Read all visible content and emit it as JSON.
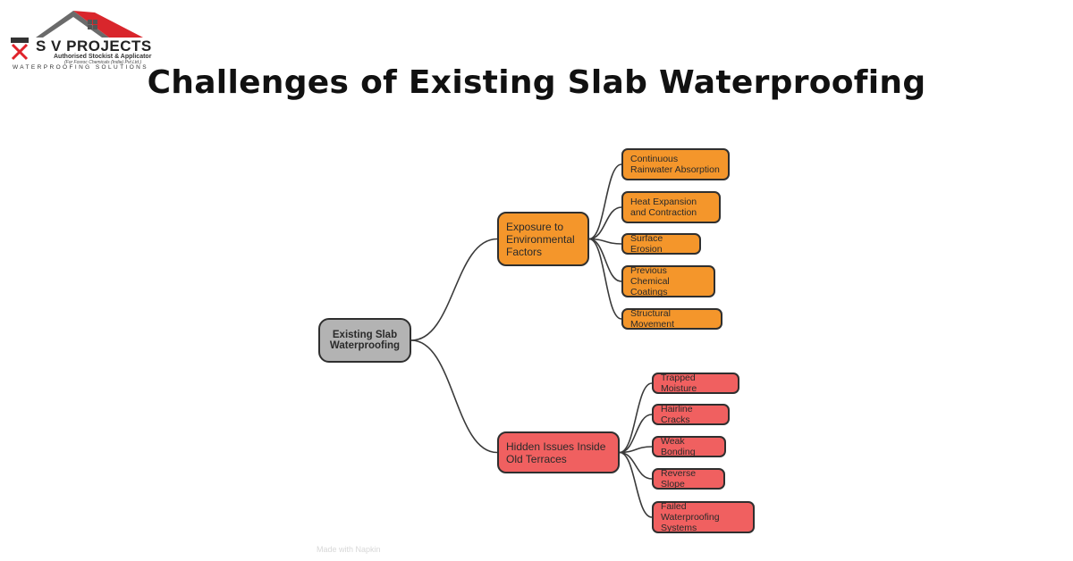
{
  "logo": {
    "name": "S V PROJECTS",
    "subtitle": "Authorised Stockist & Applicator",
    "subnote": "(For Fosroc Chemicals (India) Pvt.Ltd.)",
    "tagline": "WATERPROOFING SOLUTIONS",
    "colors": {
      "roof_red": "#d9262c",
      "roof_gray": "#6b6b6b",
      "mark_red": "#e0222a"
    }
  },
  "title": "Challenges of Existing Slab Waterproofing",
  "diagram": {
    "root": "Existing Slab Waterproofing",
    "branches": [
      {
        "label": "Exposure to Environmental Factors",
        "color": "#f4962b",
        "children": [
          "Continuous Rainwater Absorption",
          "Heat Expansion and Contraction",
          "Surface Erosion",
          "Previous Chemical Coatings",
          "Structural Movement"
        ]
      },
      {
        "label": "Hidden Issues Inside Old Terraces",
        "color": "#f06060",
        "children": [
          "Trapped Moisture",
          "Hairline Cracks",
          "Weak Bonding",
          "Reverse Slope",
          "Failed Waterproofing Systems"
        ]
      }
    ]
  },
  "watermark": "Made with Napkin"
}
